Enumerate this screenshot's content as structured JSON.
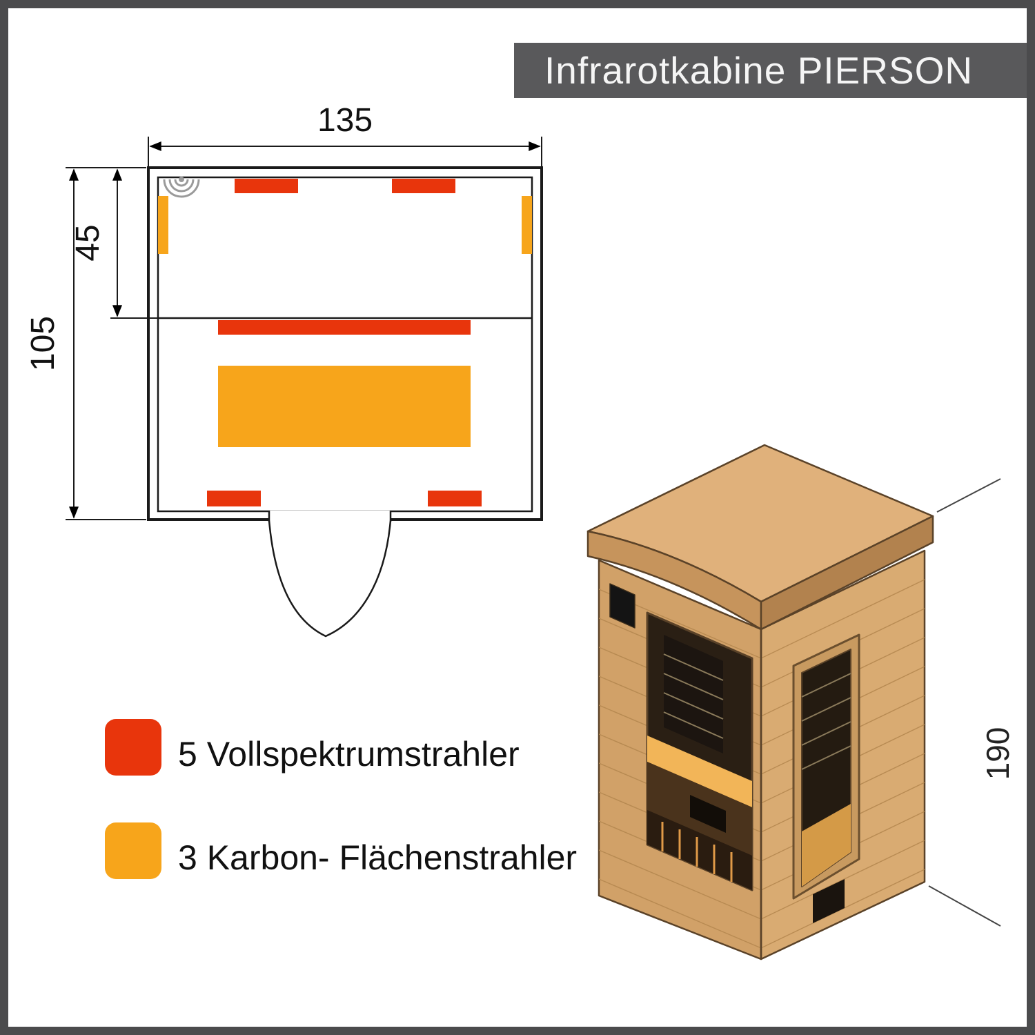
{
  "banner": {
    "title": "Infrarotkabine PIERSON",
    "bg": "#59595b",
    "text_color": "#f5f5f5"
  },
  "floorplan": {
    "width_label": "135",
    "depth_label": "105",
    "bench_depth_label": "45"
  },
  "legend": {
    "items": [
      {
        "label": "5 Vollspektrumstrahler",
        "color": "#e8350c"
      },
      {
        "label": "3 Karbon- Flächenstrahler",
        "color": "#f7a51b"
      }
    ]
  },
  "isometric": {
    "height_label": "190"
  },
  "colors": {
    "red": "#e8350c",
    "orange": "#f7a51b",
    "line": "#1a1a1a",
    "wood_top": "#e0b17b",
    "wood_left": "#d1a168",
    "wood_right": "#d9ab72",
    "wood_fascia": "#c6945c",
    "wood_fascia_dark": "#b2824e",
    "interior_dark": "#2a1f14",
    "glow": "#f2b558"
  }
}
